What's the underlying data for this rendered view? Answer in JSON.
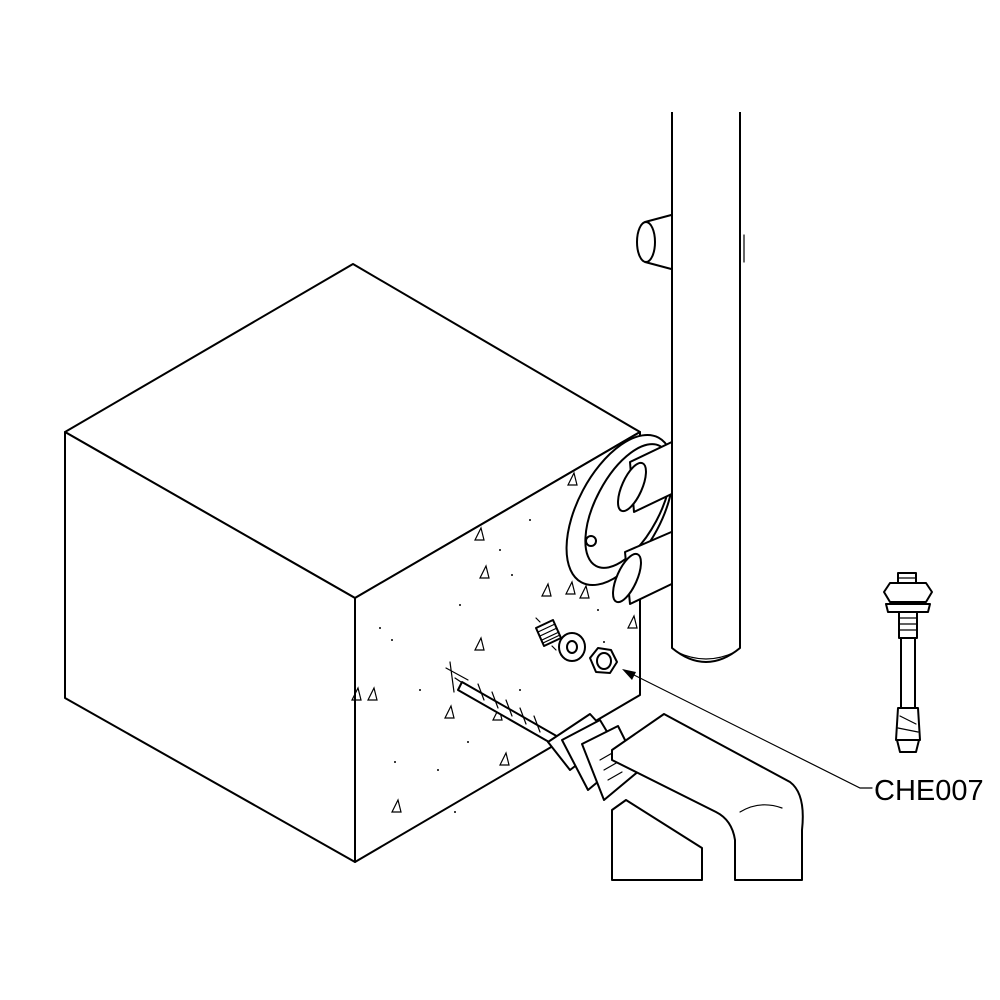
{
  "callout": {
    "part_code": "CHE007"
  },
  "colors": {
    "line": "#000000",
    "background": "#ffffff"
  },
  "icons": [
    "concrete-block",
    "post",
    "base-plate",
    "drill",
    "anchor-bolt",
    "nut",
    "washer"
  ]
}
